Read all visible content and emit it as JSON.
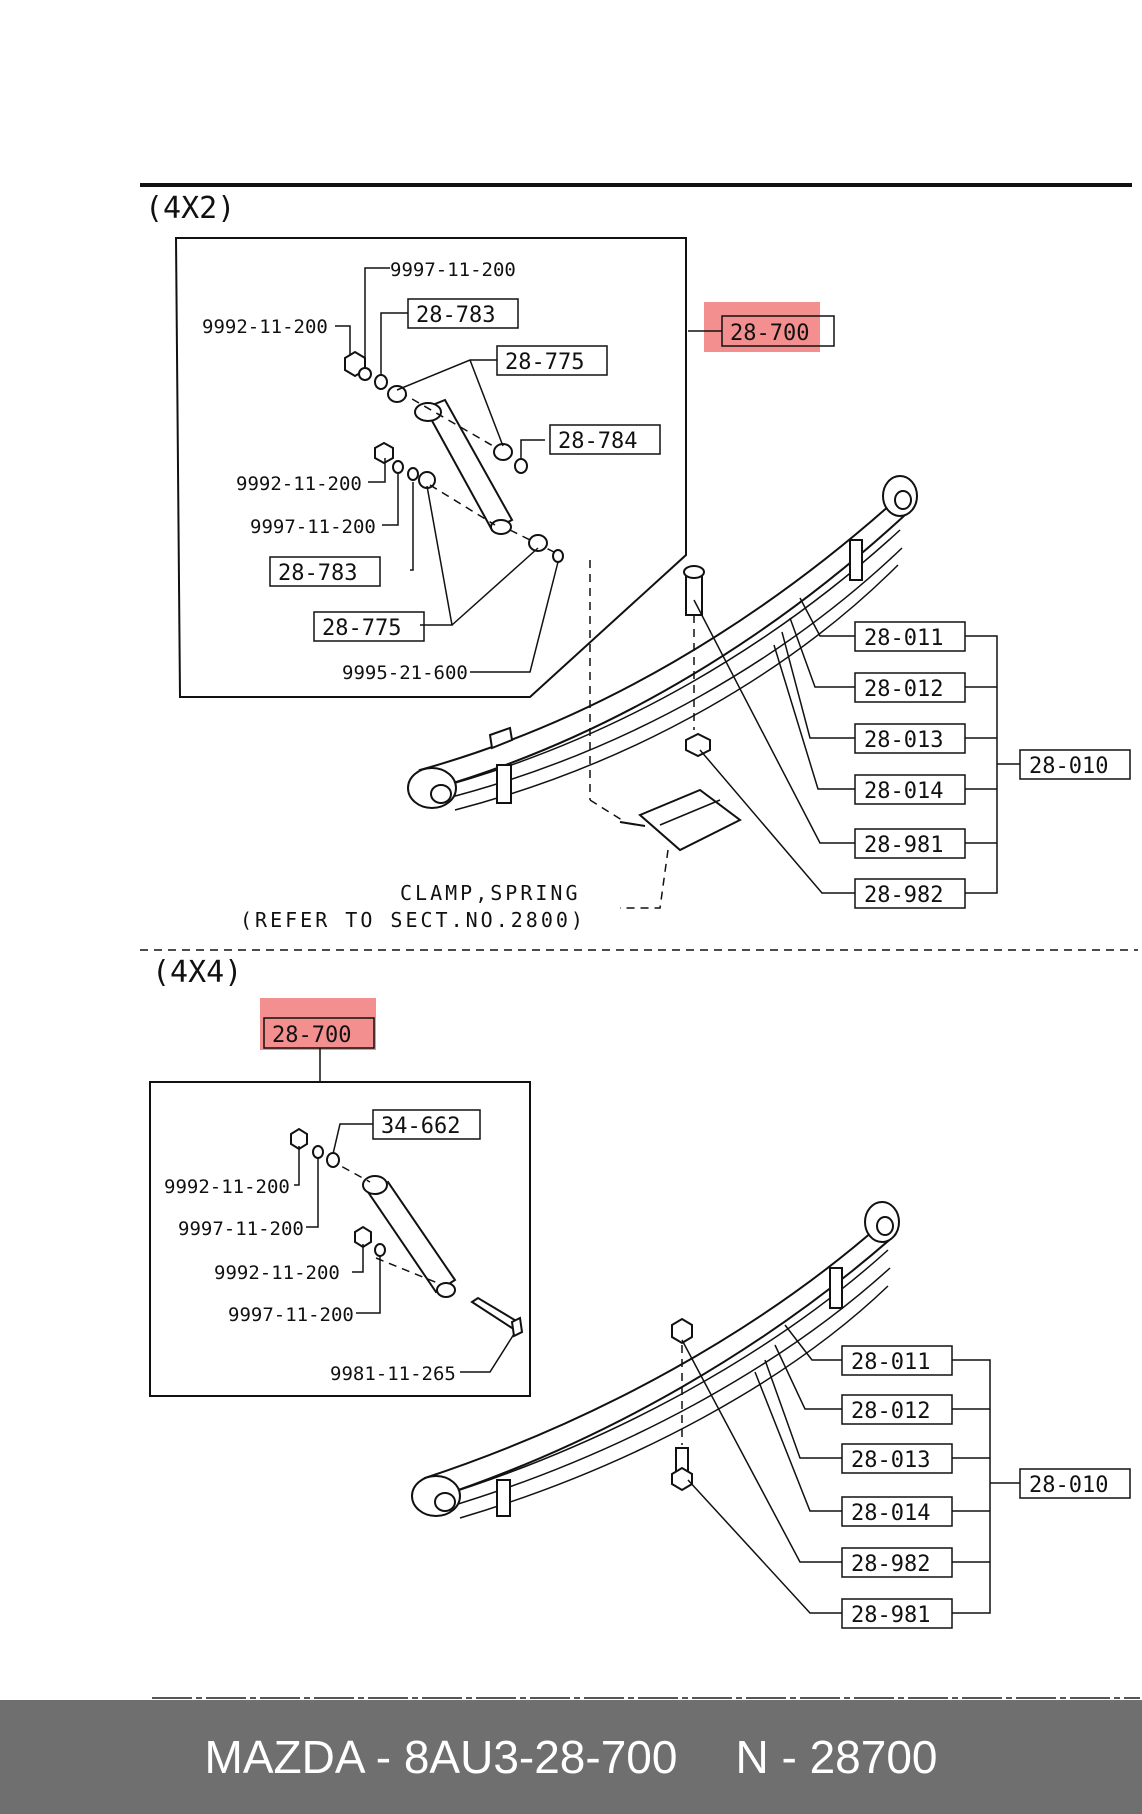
{
  "sections": {
    "top": {
      "title": "(4X2)"
    },
    "bottom": {
      "title": "(4X4)"
    }
  },
  "top": {
    "assembly": "28-700",
    "inset_labels": {
      "washer_top": "9997-11-200",
      "nut_top": "9992-11-200",
      "bush_top": "28-783",
      "rubber_top": "28-775",
      "bush_right": "28-784",
      "nut_lower": "9992-11-200",
      "washer_lower": "9997-11-200",
      "bush_lower": "28-783",
      "rubber_lower": "28-775",
      "bolt_lower": "9995-21-600"
    },
    "spring_labels": [
      "28-011",
      "28-012",
      "28-013",
      "28-014",
      "28-981",
      "28-982"
    ],
    "spring_assembly": "28-010",
    "clamp_note": "CLAMP,SPRING",
    "refer_note": "(REFER TO SECT.NO.2800)"
  },
  "bottom": {
    "assembly": "28-700",
    "inset_labels": {
      "bush_top": "34-662",
      "nut_top": "9992-11-200",
      "washer_top": "9997-11-200",
      "nut_lower": "9992-11-200",
      "washer_lower": "9997-11-200",
      "bolt_lower": "9981-11-265"
    },
    "spring_labels": [
      "28-011",
      "28-012",
      "28-013",
      "28-014",
      "28-982",
      "28-981"
    ],
    "spring_assembly": "28-010"
  },
  "footer": {
    "part_number": "MAZDA - 8AU3-28-700",
    "group": "N - 28700"
  },
  "colors": {
    "highlight": "#ef6a6a",
    "footer_bg": "#6f6f6f"
  }
}
